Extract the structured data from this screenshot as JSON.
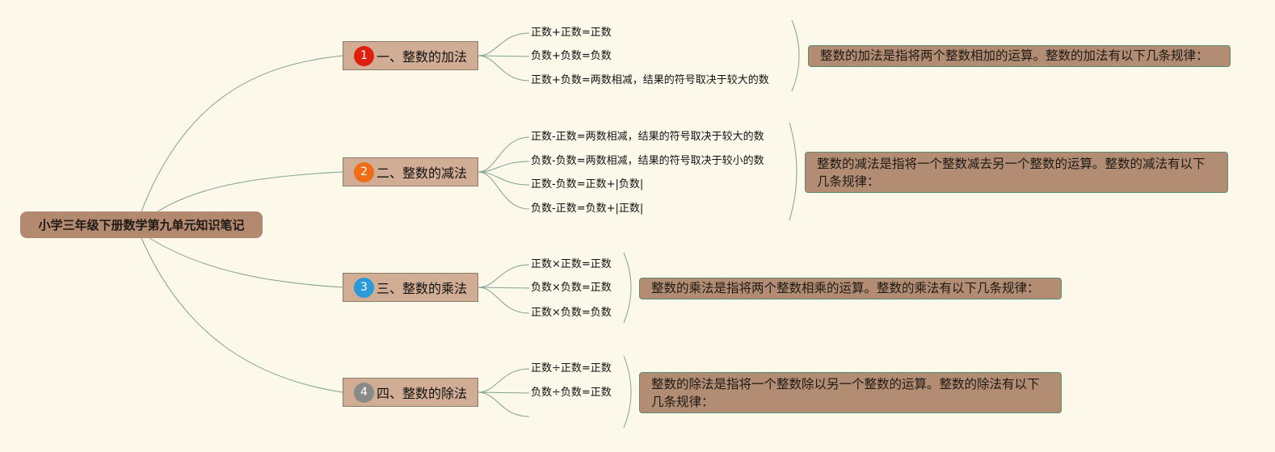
{
  "root": {
    "label": "小学三年级下册数学第九单元知识笔记"
  },
  "colors": {
    "background": "#fdf9ea",
    "line": "#7fa293",
    "root": "#b38a70",
    "topic": "#d2ad95",
    "note": "#b38d73"
  },
  "topics": [
    {
      "number": "1",
      "badge_color": "#e0200f",
      "label": "一、整数的加法",
      "leaves": [
        "正数+正数=正数",
        "负数+负数=负数",
        "正数+负数=两数相减，结果的符号取决于较大的数"
      ],
      "note": "整数的加法是指将两个整数相加的运算。整数的加法有以下几条规律："
    },
    {
      "number": "2",
      "badge_color": "#ee6d16",
      "label": "二、整数的减法",
      "leaves": [
        "正数-正数=两数相减，结果的符号取决于较大的数",
        "负数-负数=两数相减，结果的符号取决于较小的数",
        "正数-负数=正数+|负数|",
        "负数-正数=负数+|正数|"
      ],
      "note": "整数的减法是指将一个整数减去另一个整数的运算。整数的减法有以下几条规律："
    },
    {
      "number": "3",
      "badge_color": "#2a9bd8",
      "label": "三、整数的乘法",
      "leaves": [
        "正数×正数=正数",
        "负数×负数=正数",
        "正数×负数=负数"
      ],
      "note": "整数的乘法是指将两个整数相乘的运算。整数的乘法有以下几条规律："
    },
    {
      "number": "4",
      "badge_color": "#8a8a8a",
      "label": "四、整数的除法",
      "leaves": [
        "正数÷正数=正数",
        "负数÷负数=正数"
      ],
      "note": "整数的除法是指将一个整数除以另一个整数的运算。整数的除法有以下几条规律："
    }
  ]
}
